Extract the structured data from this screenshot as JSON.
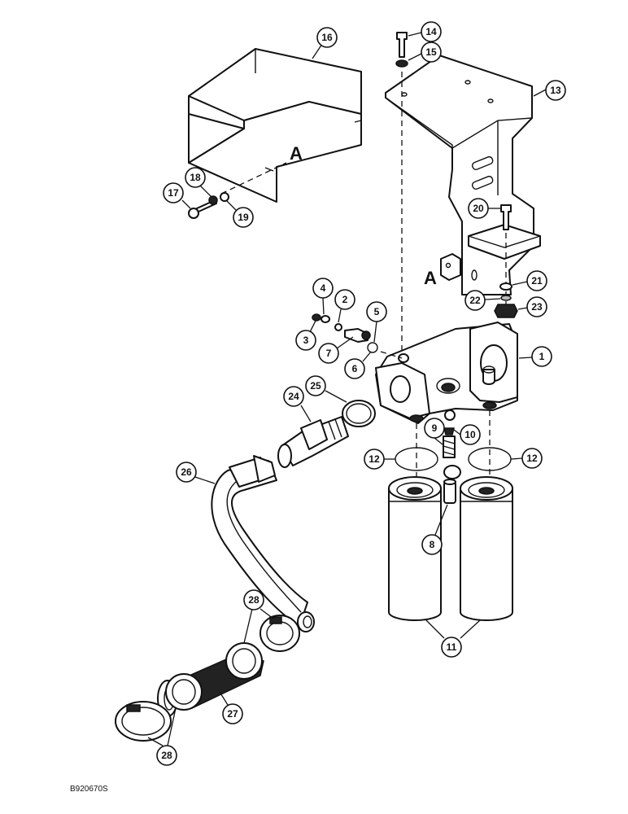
{
  "reference_letters": [
    "A",
    "A"
  ],
  "figure_code": "B920670S",
  "callouts": [
    {
      "label": "1"
    },
    {
      "label": "2"
    },
    {
      "label": "3"
    },
    {
      "label": "4"
    },
    {
      "label": "5"
    },
    {
      "label": "6"
    },
    {
      "label": "7"
    },
    {
      "label": "8"
    },
    {
      "label": "9"
    },
    {
      "label": "10"
    },
    {
      "label": "11"
    },
    {
      "label": "12"
    },
    {
      "label": "12"
    },
    {
      "label": "13"
    },
    {
      "label": "14"
    },
    {
      "label": "15"
    },
    {
      "label": "16"
    },
    {
      "label": "17"
    },
    {
      "label": "18"
    },
    {
      "label": "19"
    },
    {
      "label": "20"
    },
    {
      "label": "21"
    },
    {
      "label": "22"
    },
    {
      "label": "23"
    },
    {
      "label": "24"
    },
    {
      "label": "25"
    },
    {
      "label": "26"
    },
    {
      "label": "27"
    },
    {
      "label": "28"
    },
    {
      "label": "28"
    }
  ]
}
